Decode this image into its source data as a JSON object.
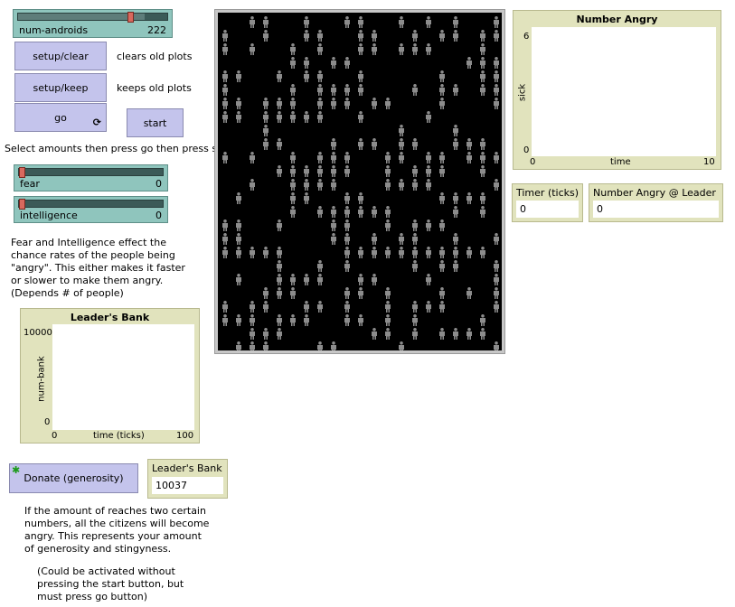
{
  "sliders": {
    "num_androids": {
      "label": "num-androids",
      "value": "222",
      "fraction": 0.85
    },
    "fear": {
      "label": "fear",
      "value": "0",
      "fraction": 0
    },
    "intelligence": {
      "label": "intelligence",
      "value": "0",
      "fraction": 0
    }
  },
  "buttons": {
    "setup_clear": "setup/clear",
    "setup_keep": "setup/keep",
    "go": "go",
    "start": "start",
    "donate": "Donate (generosity)"
  },
  "notes": {
    "clears": "clears old plots",
    "keeps": "keeps old plots",
    "instructions": "Select amounts then press go then press start",
    "fear_intel_1": "Fear and Intelligence effect the",
    "fear_intel_2": "chance rates of the people being",
    "fear_intel_3": "\"angry\". This either makes it faster",
    "fear_intel_4": "or slower to make them angry.",
    "fear_intel_5": "(Depends # of people)",
    "amount_1": "If the amount of reaches two certain",
    "amount_2": "numbers, all the citizens will become",
    "amount_3": "angry. This represents your amount",
    "amount_4": "of generosity and stingyness.",
    "could_1": "(Could be activated without",
    "could_2": "pressing the start button, but",
    "could_3": "must press go button)"
  },
  "plots": {
    "leaders_bank": {
      "title": "Leader's Bank",
      "ylabel": "num-bank",
      "xlabel": "time (ticks)",
      "ymin": "0",
      "ymax": "10000",
      "xmin": "0",
      "xmax": "100"
    },
    "number_angry": {
      "title": "Number Angry",
      "ylabel": "sick",
      "xlabel": "time",
      "ymin": "0",
      "ymax": "6",
      "xmin": "0",
      "xmax": "10"
    }
  },
  "monitors": {
    "leaders_bank": {
      "label": "Leader's Bank",
      "value": "10037"
    },
    "timer": {
      "label": "Timer (ticks)",
      "value": "0"
    },
    "angry_at_leader": {
      "label": "Number Angry @ Leader",
      "value": "0"
    }
  },
  "icons": {
    "forever": "forever-icon",
    "donate": "green-star-icon",
    "person": "person-icon"
  },
  "colors": {
    "world_bg": "#000000",
    "agent": "#8c8c8c",
    "button": "#c4c4ec",
    "slider": "#8fc5bd",
    "plot": "#e1e3bd"
  }
}
